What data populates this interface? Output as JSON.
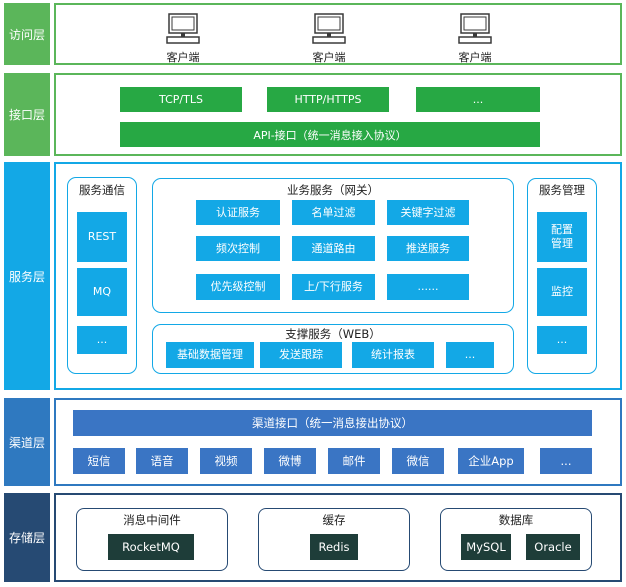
{
  "layers": {
    "access": {
      "label": "访问层",
      "clients": [
        "客户端",
        "客户端",
        "客户端"
      ]
    },
    "interface": {
      "label": "接口层",
      "protocols": [
        "TCP/TLS",
        "HTTP/HTTPS",
        "..."
      ],
      "api": "API-接口（统一消息接入协议）"
    },
    "service": {
      "label": "服务层",
      "comm": {
        "title": "服务通信",
        "items": [
          "REST",
          "MQ",
          "..."
        ]
      },
      "business": {
        "title": "业务服务（网关）",
        "items": [
          "认证服务",
          "名单过滤",
          "关键字过滤",
          "频次控制",
          "通道路由",
          "推送服务",
          "优先级控制",
          "上/下行服务",
          "......"
        ]
      },
      "support": {
        "title": "支撑服务（WEB）",
        "items": [
          "基础数据管理",
          "发送跟踪",
          "统计报表",
          "..."
        ]
      },
      "management": {
        "title": "服务管理",
        "items": [
          "配置\n管理",
          "监控",
          "..."
        ]
      }
    },
    "channel": {
      "label": "渠道层",
      "api": "渠道接口（统一消息接出协议）",
      "items": [
        "短信",
        "语音",
        "视频",
        "微博",
        "邮件",
        "微信",
        "企业App",
        "..."
      ]
    },
    "storage": {
      "label": "存储层",
      "groups": [
        {
          "title": "消息中间件",
          "items": [
            "RocketMQ"
          ]
        },
        {
          "title": "缓存",
          "items": [
            "Redis"
          ]
        },
        {
          "title": "数据库",
          "items": [
            "MySQL",
            "Oracle"
          ]
        }
      ]
    }
  }
}
